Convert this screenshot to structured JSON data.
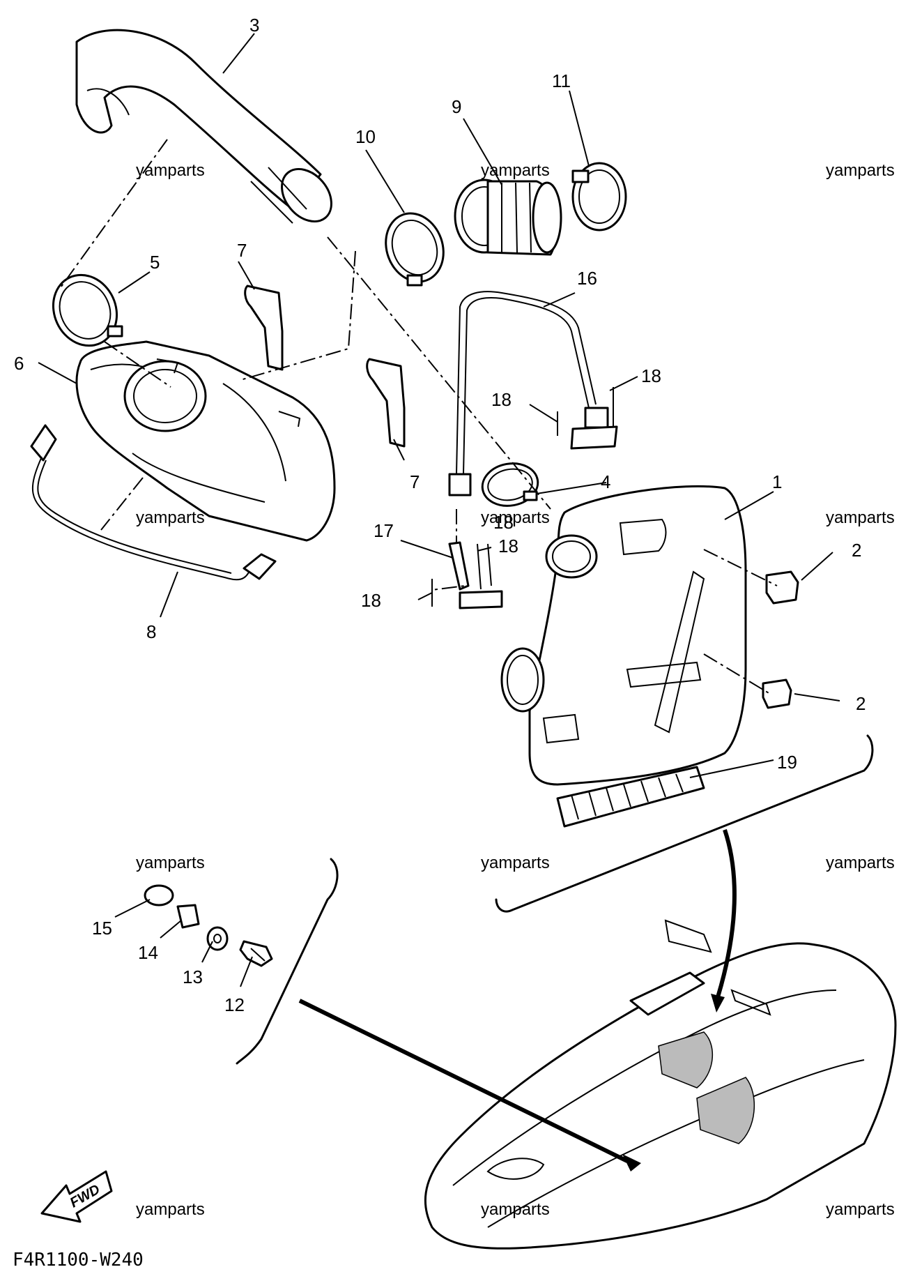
{
  "diagram": {
    "watermark": "yamparts",
    "figure_code": "F4R1100-W240",
    "fwd_label": "FWD",
    "callouts": {
      "c1": "1",
      "c2a": "2",
      "c2b": "2",
      "c3": "3",
      "c4": "4",
      "c5": "5",
      "c6": "6",
      "c7a": "7",
      "c7b": "7",
      "c8": "8",
      "c9": "9",
      "c10": "10",
      "c11": "11",
      "c12": "12",
      "c13": "13",
      "c14": "14",
      "c15": "15",
      "c16": "16",
      "c17": "17",
      "c18a": "18",
      "c18b": "18",
      "c18c": "18",
      "c18d": "18",
      "c18e": "18",
      "c19": "19"
    }
  }
}
